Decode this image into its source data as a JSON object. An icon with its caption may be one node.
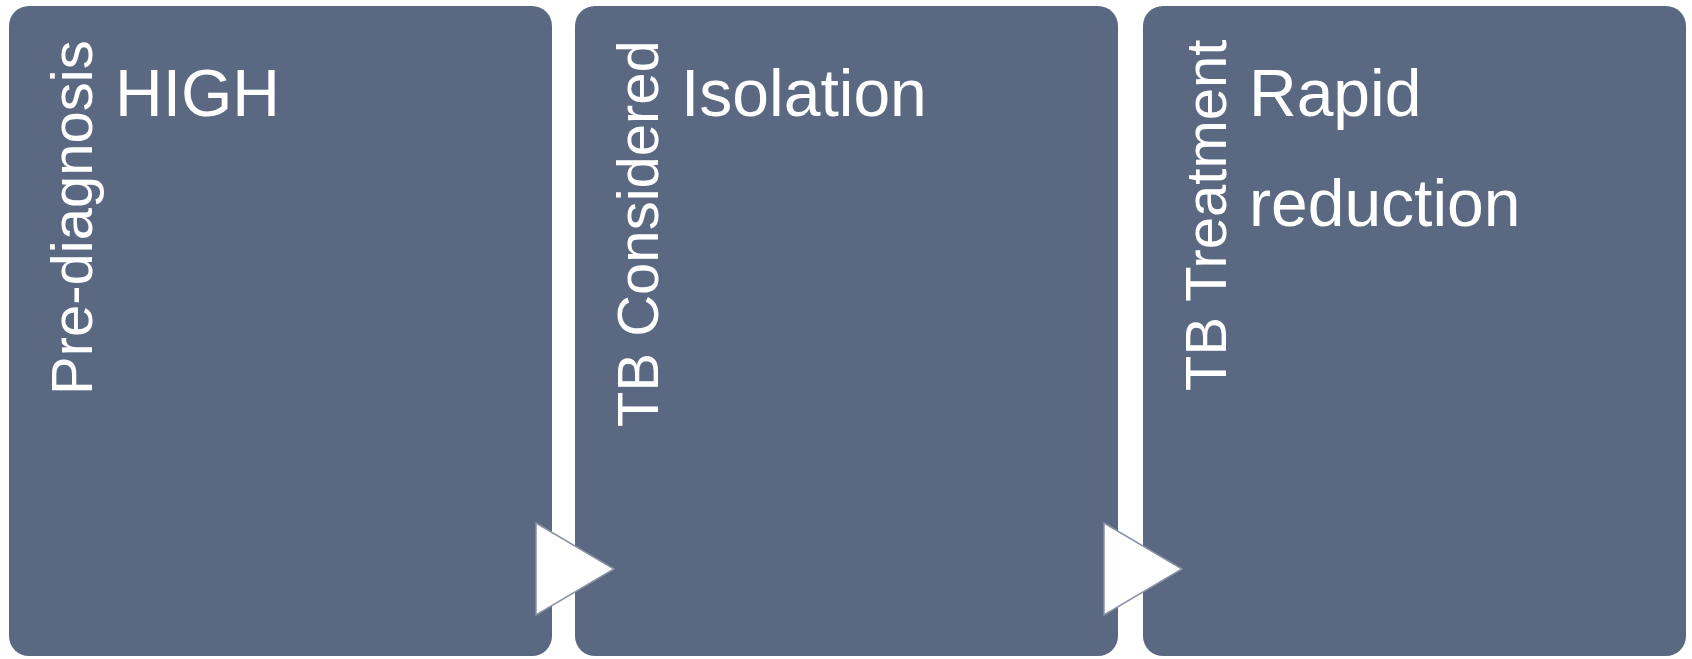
{
  "diagram": {
    "nodes": [
      {
        "text": [
          "Pre-diagnosis",
          "HIGH"
        ]
      },
      {
        "text": [
          "TB Considered",
          "Isolation"
        ]
      },
      {
        "text": [
          "TB Treatment",
          "Rapid reduction"
        ]
      }
    ],
    "edges": [
      {
        "from": 0,
        "to": 1,
        "arrow": "to"
      },
      {
        "from": 1,
        "to": 2,
        "arrow": "to"
      }
    ]
  }
}
